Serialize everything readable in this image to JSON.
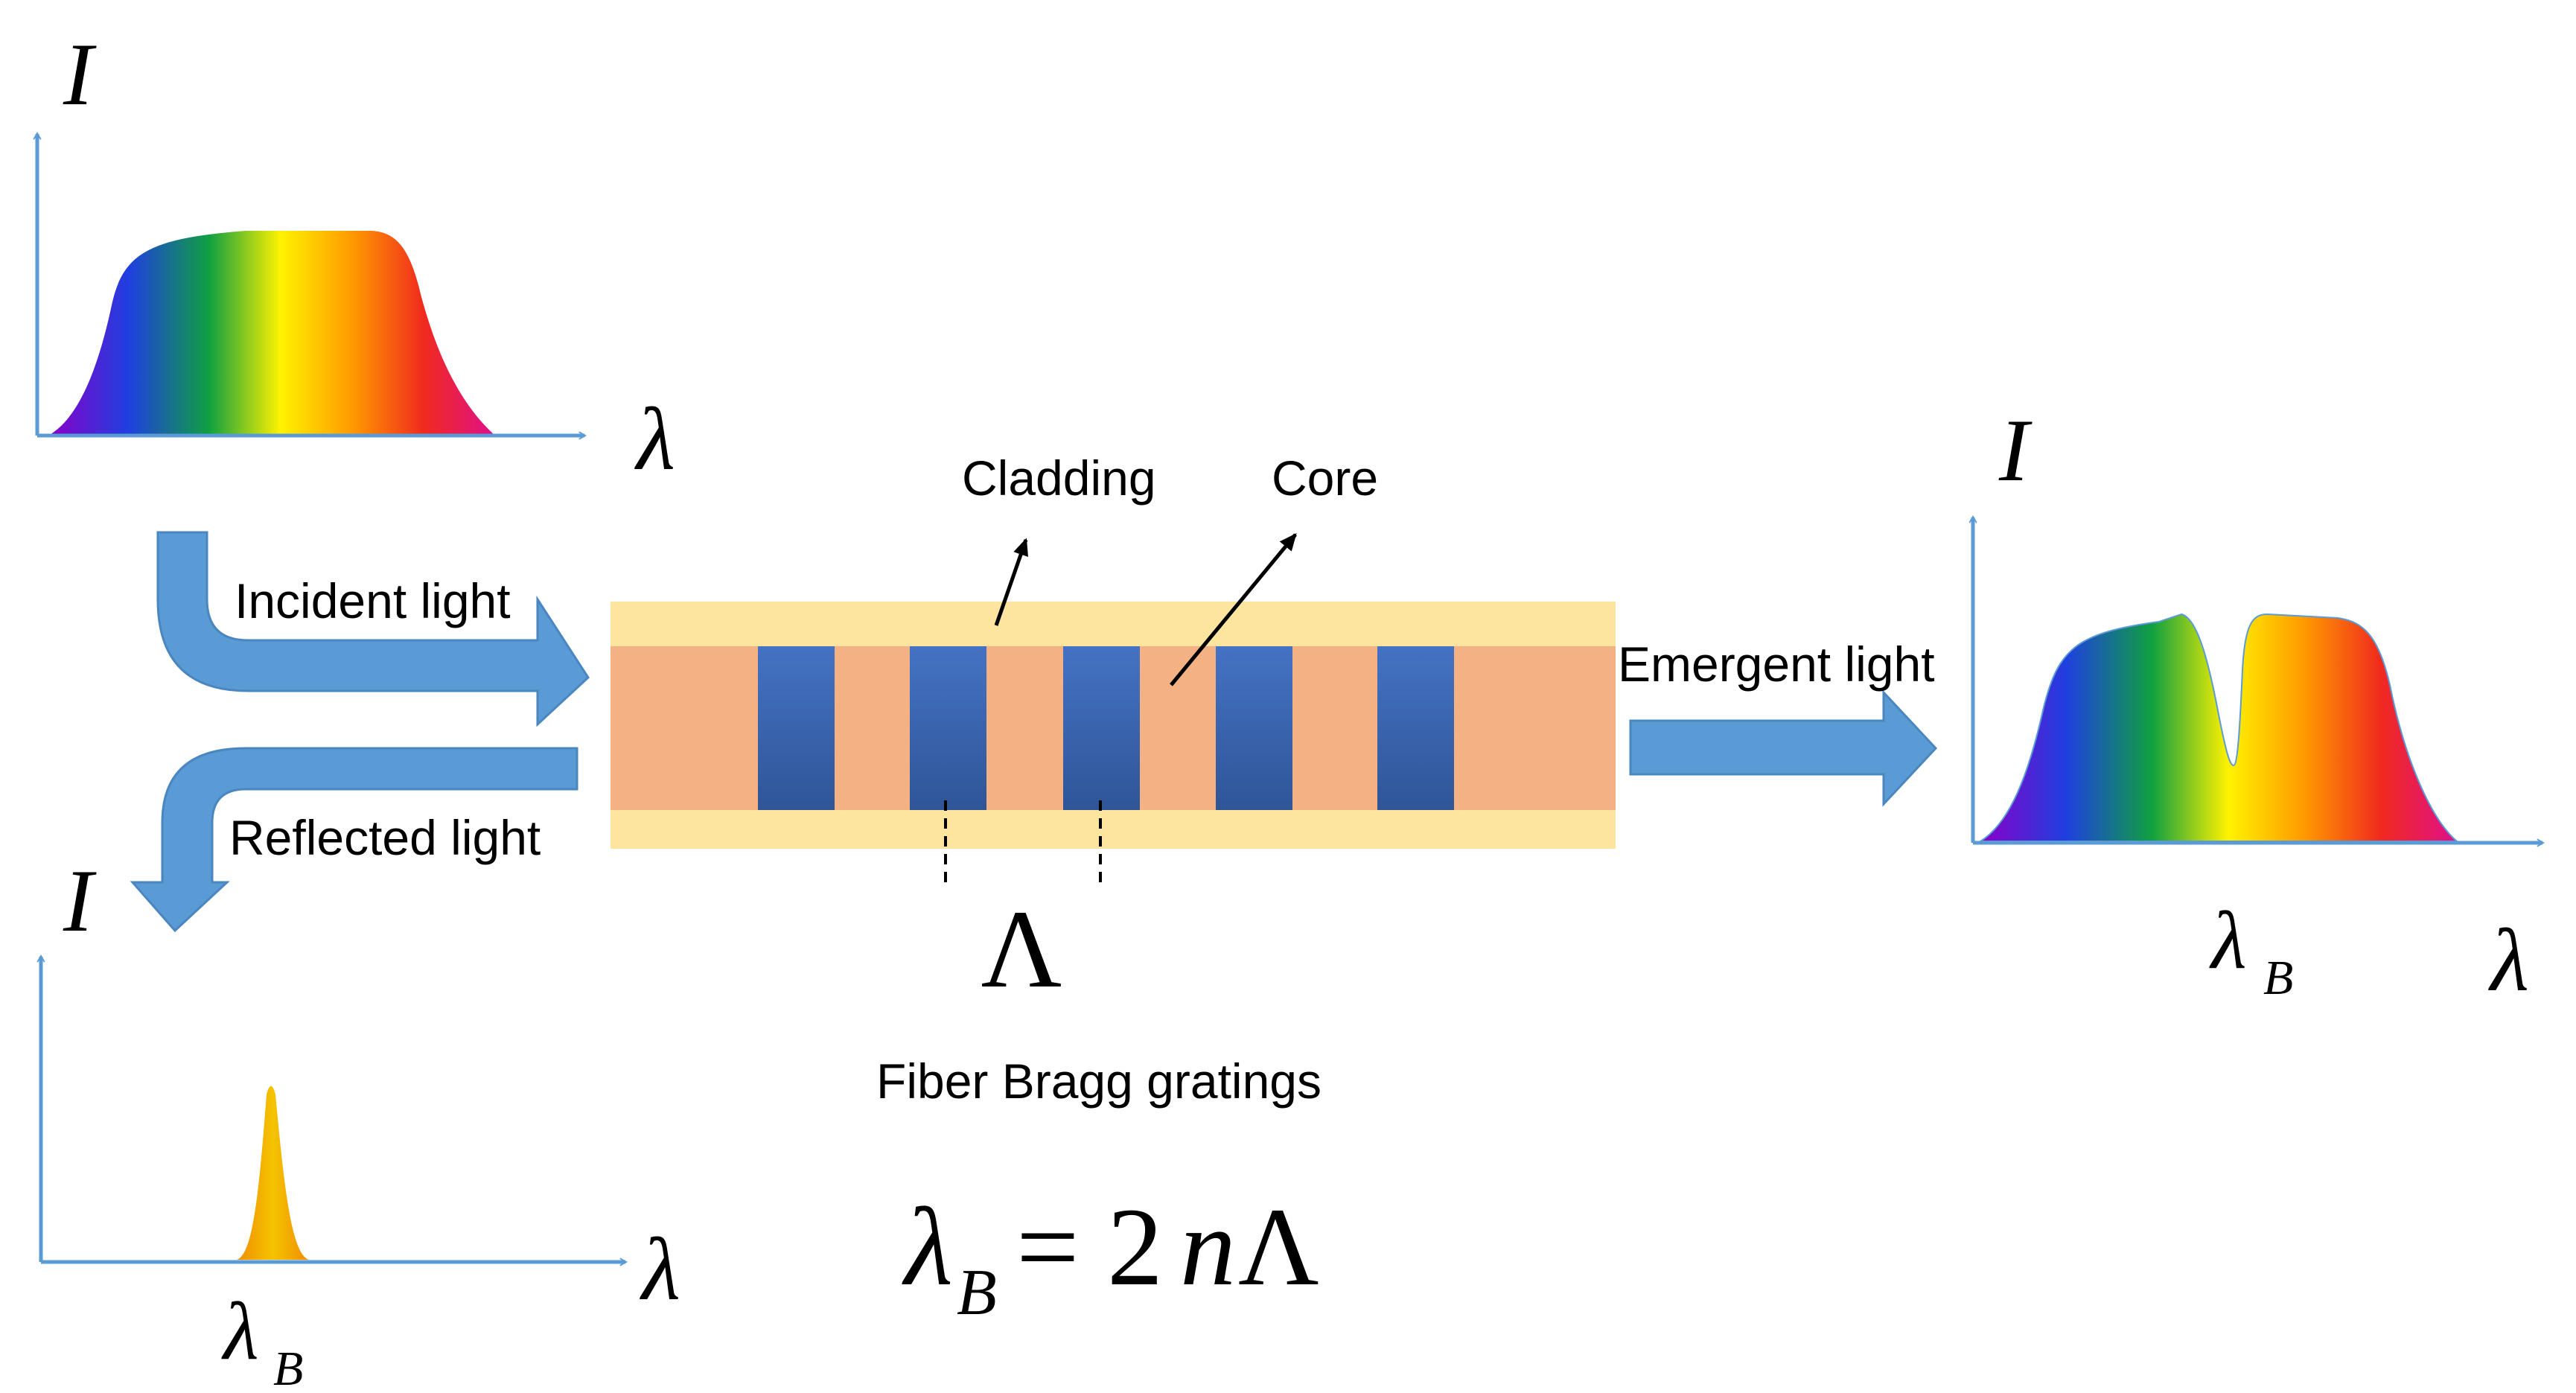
{
  "colors": {
    "axis": "#5b9bd5",
    "arrow_fill": "#5b9bd5",
    "arrow_stroke": "#4a86c0",
    "cladding": "#fde5a0",
    "core": "#f4b183",
    "grating_top": "#4472c4",
    "grating_bottom": "#2f5597",
    "reflected_peak_top": "#f5c400",
    "reflected_peak_bottom": "#f08c00"
  },
  "labels": {
    "intensity": "I",
    "wavelength": "λ",
    "bragg_symbol": "λ",
    "bragg_subscript": "B",
    "period": "Λ",
    "cladding": "Cladding",
    "core": "Core",
    "incident": "Incident light",
    "reflected": "Reflected light",
    "emergent": "Emergent light",
    "title": "Fiber Bragg gratings",
    "equation_lhs": "λ",
    "equation_lhs_sub": "B",
    "equation_rhs": "= 2",
    "equation_n": "n",
    "equation_period": "Λ"
  }
}
